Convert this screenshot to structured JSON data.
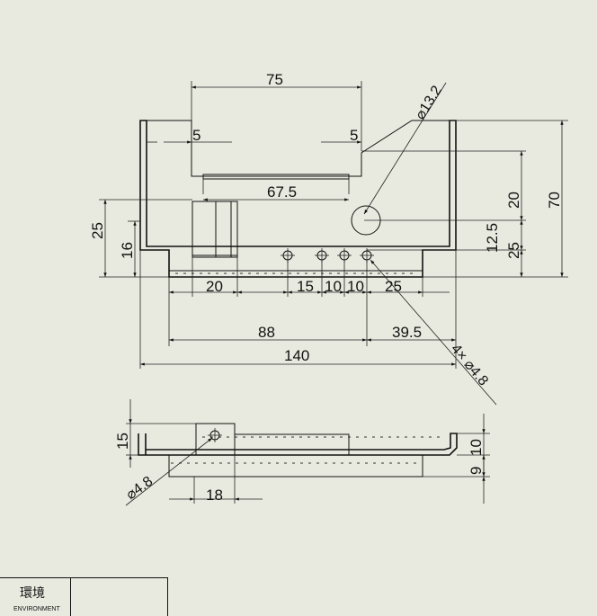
{
  "dimensions": {
    "top_width": "75",
    "tab_left": "5",
    "tab_right": "5",
    "hole_dia": "13.2",
    "slot_len": "67.5",
    "height_overall": "70",
    "right_20": "20",
    "right_12_5": "12.5",
    "right_25": "25",
    "left_25": "25",
    "left_16": "16",
    "bot_20": "20",
    "bot_15": "15",
    "bot_10a": "10",
    "bot_10b": "10",
    "bot_25": "25",
    "bot_88": "88",
    "bot_39_5": "39.5",
    "bot_140": "140",
    "holes_4x": "4×",
    "holes_dia": "4.8",
    "side_15": "15",
    "side_10": "10",
    "side_9": "9",
    "side_18": "18",
    "side_hole_dia": "4.8"
  },
  "title_block": {
    "label_jp": "環境",
    "label_en": "ENVIRONMENT"
  }
}
